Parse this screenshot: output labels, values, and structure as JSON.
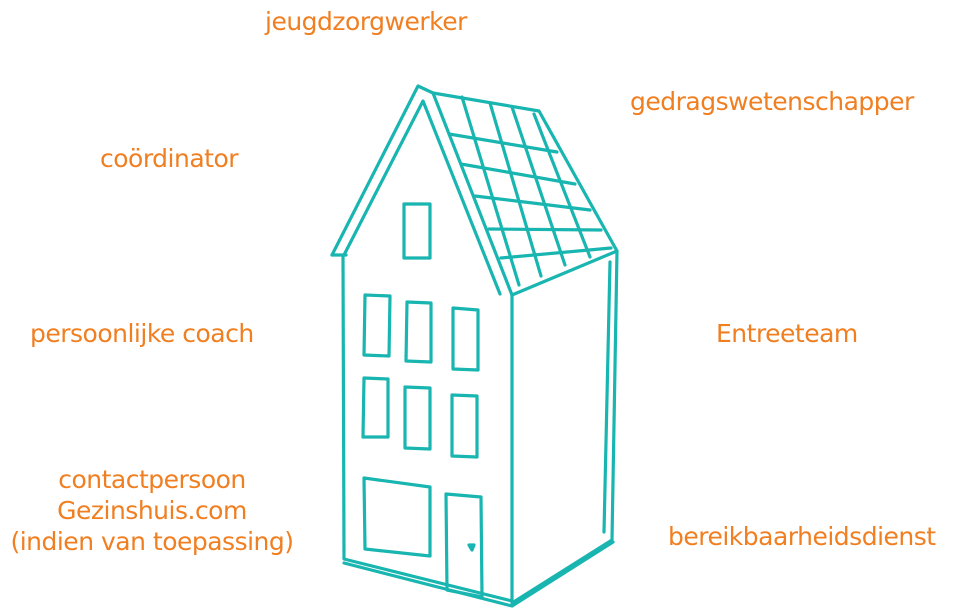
{
  "diagram": {
    "roles": {
      "top": "jeugdzorgwerker",
      "top_right": "gedragswetenschapper",
      "upper_left": "coördinator",
      "middle_left": "persoonlijke coach",
      "middle_right": "Entreeteam",
      "bottom_right": "bereikbaarheidsdienst",
      "bottom_left": [
        "contactpersoon",
        "Gezinshuis.com",
        "(indien van toepassing)"
      ]
    }
  },
  "colors": {
    "label_text": "#f07f22",
    "house_stroke": "#19b5b0",
    "background": "#ffffff"
  },
  "icons": {
    "center": "house-icon"
  }
}
